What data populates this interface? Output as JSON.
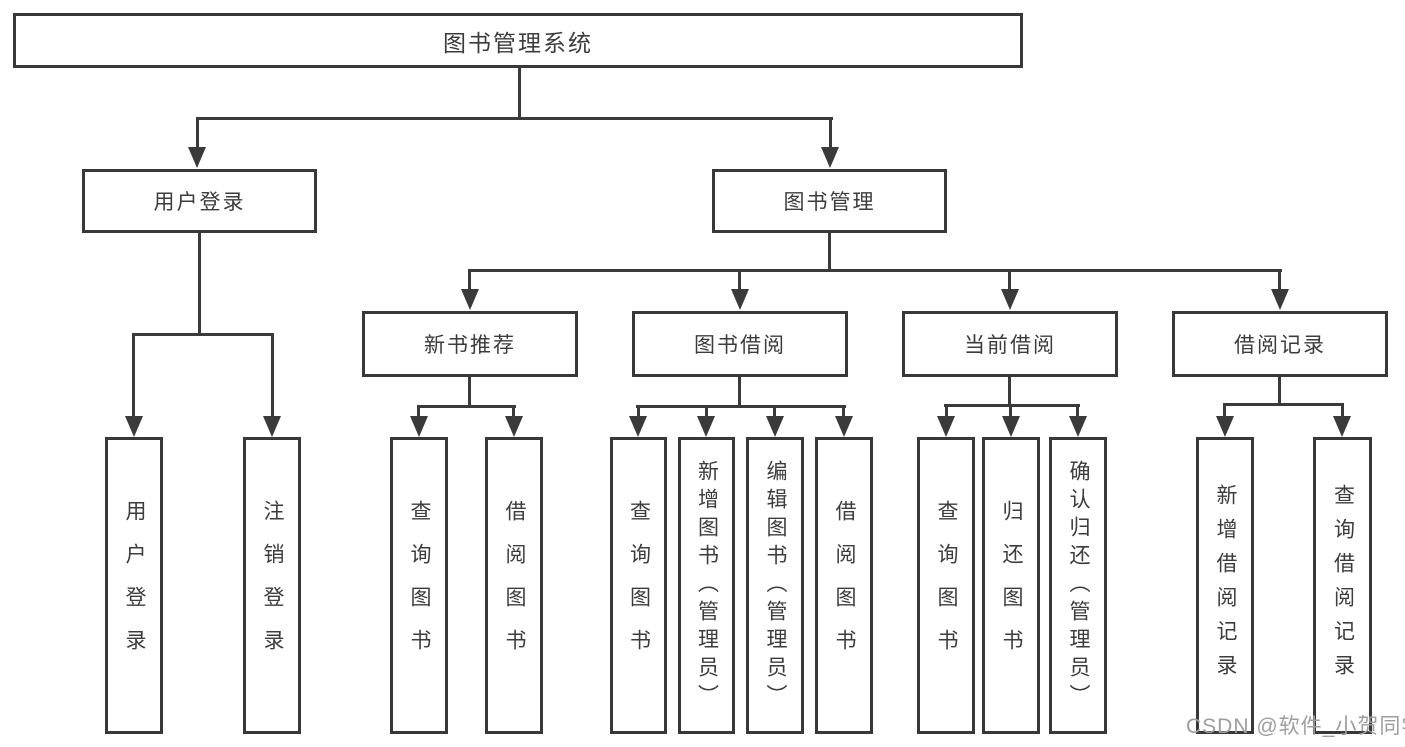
{
  "tree": {
    "root": "图书管理系统",
    "children": [
      {
        "label": "用户登录",
        "children": [
          {
            "label": "用户登录"
          },
          {
            "label": "注销登录"
          }
        ]
      },
      {
        "label": "图书管理",
        "children": [
          {
            "label": "新书推荐",
            "children": [
              {
                "label": "查询图书"
              },
              {
                "label": "借阅图书"
              }
            ]
          },
          {
            "label": "图书借阅",
            "children": [
              {
                "label": "查询图书"
              },
              {
                "label": "新增图书（管理员）"
              },
              {
                "label": "编辑图书（管理员）"
              },
              {
                "label": "借阅图书"
              }
            ]
          },
          {
            "label": "当前借阅",
            "children": [
              {
                "label": "查询图书"
              },
              {
                "label": "归还图书"
              },
              {
                "label": "确认归还（管理员）"
              }
            ]
          },
          {
            "label": "借阅记录",
            "children": [
              {
                "label": "新增借阅记录"
              },
              {
                "label": "查询借阅记录"
              }
            ]
          }
        ]
      }
    ]
  },
  "watermark": "CSDN @软件_小贺同学",
  "colors": {
    "line": "#3a3a3a",
    "border": "#383838",
    "text": "#3c3c3c",
    "watermark": "#9e9e9e",
    "background": "#ffffff"
  }
}
